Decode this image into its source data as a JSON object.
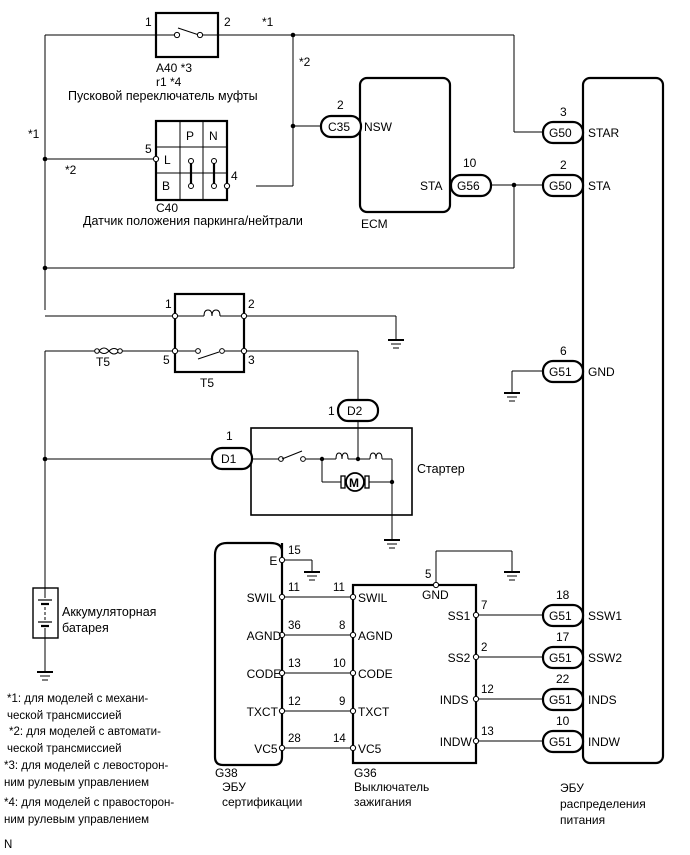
{
  "components": {
    "clutch_switch": {
      "codes": [
        "A40 *3",
        "r1 *4"
      ],
      "name": "Пусковой переключатель муфты",
      "pins": [
        "1",
        "2"
      ]
    },
    "pn_switch": {
      "code": "C40",
      "name": "Датчик положения паркинга/нейтрали",
      "cells": [
        "P",
        "N",
        "L",
        "B"
      ],
      "pins": [
        "5",
        "4"
      ]
    },
    "ecm": {
      "name": "ECM",
      "pins": [
        {
          "connector": "C35",
          "pin": "2",
          "signal": "NSW"
        },
        {
          "connector": "G56",
          "pin": "10",
          "signal": "STA"
        }
      ]
    },
    "power_ecu": {
      "name": [
        "ЭБУ",
        "распределения",
        "питания"
      ],
      "pins": [
        {
          "connector": "G50",
          "pin": "3",
          "signal": "STAR"
        },
        {
          "connector": "G50",
          "pin": "2",
          "signal": "STA"
        },
        {
          "connector": "G51",
          "pin": "6",
          "signal": "GND"
        },
        {
          "connector": "G51",
          "pin": "18",
          "signal": "SSW1"
        },
        {
          "connector": "G51",
          "pin": "17",
          "signal": "SSW2"
        },
        {
          "connector": "G51",
          "pin": "22",
          "signal": "INDS"
        },
        {
          "connector": "G51",
          "pin": "10",
          "signal": "INDW"
        }
      ]
    },
    "relay": {
      "code": "T5",
      "fuse_label": "T5",
      "pins": [
        "1",
        "2",
        "5",
        "3"
      ]
    },
    "starter": {
      "name": "Стартер",
      "connectors": [
        {
          "connector": "D2",
          "pin": "1"
        },
        {
          "connector": "D1",
          "pin": "1"
        }
      ],
      "motor_symbol": "M"
    },
    "battery": {
      "name": [
        "Аккумуляторная",
        "батарея"
      ]
    },
    "cert_ecu": {
      "code": "G38",
      "name": [
        "ЭБУ",
        "сертификации"
      ],
      "pins": [
        {
          "signal": "E",
          "pin": "15"
        },
        {
          "signal": "SWIL",
          "pin": "11"
        },
        {
          "signal": "AGND",
          "pin": "36"
        },
        {
          "signal": "CODE",
          "pin": "13"
        },
        {
          "signal": "TXCT",
          "pin": "12"
        },
        {
          "signal": "VC5",
          "pin": "28"
        }
      ]
    },
    "ignition_switch": {
      "code": "G36",
      "name": [
        "Выключатель",
        "зажигания"
      ],
      "left_pins": [
        {
          "signal": "SWIL",
          "pin": "11"
        },
        {
          "signal": "AGND",
          "pin": "8"
        },
        {
          "signal": "CODE",
          "pin": "10"
        },
        {
          "signal": "TXCT",
          "pin": "9"
        },
        {
          "signal": "VC5",
          "pin": "14"
        }
      ],
      "gnd": {
        "signal": "GND",
        "pin": "5"
      },
      "right_pins": [
        {
          "signal": "SS1",
          "pin": "7"
        },
        {
          "signal": "SS2",
          "pin": "2"
        },
        {
          "signal": "INDS",
          "pin": "12"
        },
        {
          "signal": "INDW",
          "pin": "13"
        }
      ]
    }
  },
  "wire_notes": {
    "top_left": "*1",
    "top_right": "*1",
    "vertical_branch": "*2",
    "left_trunk": "*1",
    "pn_feed": "*2"
  },
  "footnotes": [
    [
      "*1: для моделей с механи-",
      "ческой трансмиссией"
    ],
    [
      "*2: для моделей с автомати-",
      "ческой трансмиссией"
    ],
    [
      "*3: для моделей с левосторон-",
      "ним рулевым управлением"
    ],
    [
      "*4: для моделей с правосторон-",
      "ним рулевым управлением"
    ]
  ],
  "corner_mark": "N"
}
